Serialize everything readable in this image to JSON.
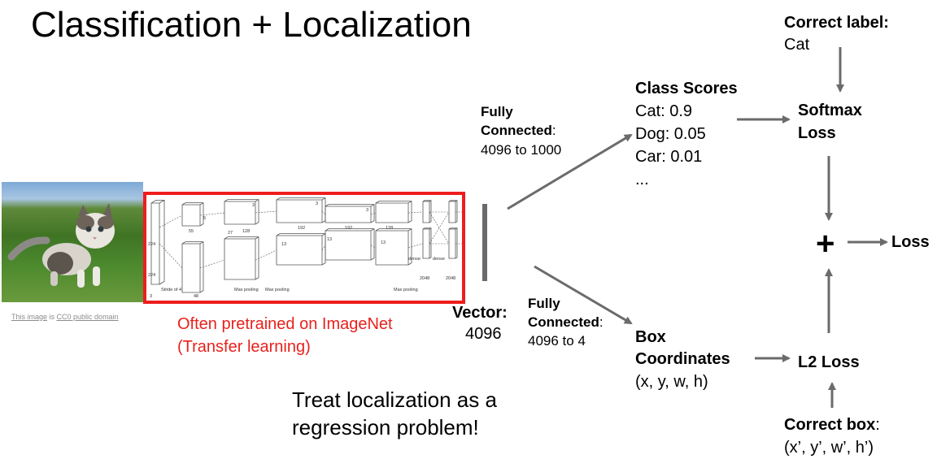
{
  "title": "Classification + Localization",
  "image_credit": {
    "prefix": "This image",
    "mid": " is ",
    "license": "CC0 public domain"
  },
  "network_labels": [
    "Stride of 4",
    "Max pooling",
    "Max pooling",
    "Max pooling",
    "dense",
    "dense",
    "224",
    "224",
    "3",
    "48",
    "128",
    "192",
    "192",
    "128",
    "2048",
    "2048",
    "27",
    "13",
    "13",
    "13",
    "55",
    "5",
    "3",
    "3",
    "3"
  ],
  "pretrained_note": [
    "Often pretrained on ImageNet",
    "(Transfer learning)"
  ],
  "vector": {
    "label": "Vector:",
    "size": "4096"
  },
  "fc_top": {
    "line1": "Fully",
    "line2": "Connected",
    "colon": ":",
    "line3": "4096 to 1000"
  },
  "fc_bottom": {
    "line1": "Fully",
    "line2": "Connected",
    "colon": ":",
    "line3": "4096 to 4"
  },
  "class_scores": {
    "title": "Class Scores",
    "items": [
      "Cat: 0.9",
      "Dog: 0.05",
      "Car: 0.01",
      "..."
    ]
  },
  "correct_label": {
    "title": "Correct label:",
    "value": "Cat"
  },
  "softmax": [
    "Softmax",
    "Loss"
  ],
  "plus": "+",
  "loss": "Loss",
  "box_coords": {
    "line1": "Box",
    "line2": "Coordinates",
    "line3": "(x, y, w, h)"
  },
  "l2_loss": "L2 Loss",
  "correct_box": {
    "title": "Correct box",
    "colon": ":",
    "value": "(x’, y’, w’, h’)"
  },
  "regression_note": [
    "Treat localization as a",
    "regression problem!"
  ],
  "colors": {
    "accent_red": "#ee1d1d",
    "arrow": "#6b6b6b"
  }
}
